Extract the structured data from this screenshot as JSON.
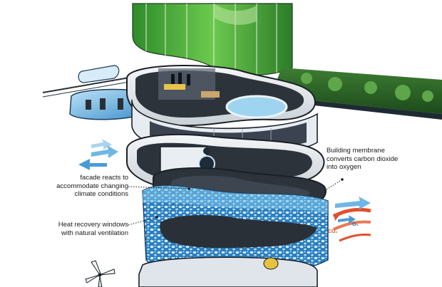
{
  "annotations": {
    "membrane": [
      "Building membrane",
      "converts carbon dioxide",
      "into oxygen"
    ],
    "facade": [
      "facade reacts to",
      "accommodate changing",
      "climate conditions"
    ],
    "heat": [
      "Heat recovery windows",
      "with natural ventilation"
    ]
  },
  "chem": {
    "o2": "O₂",
    "co2": "CO₂"
  },
  "colors": {
    "green_glass": "#3fa63a",
    "dark_steel": "#2a2f36",
    "sky_blue": "#6fb6e6",
    "membrane_blue": "#1f6fae",
    "heat_red": "#e2502c",
    "label_text": "#1a1a1a"
  },
  "icons": [
    "wind-arrow-icon",
    "oxygen-arrow-icon",
    "co2-arrow-icon",
    "wind-turbine-icon"
  ]
}
